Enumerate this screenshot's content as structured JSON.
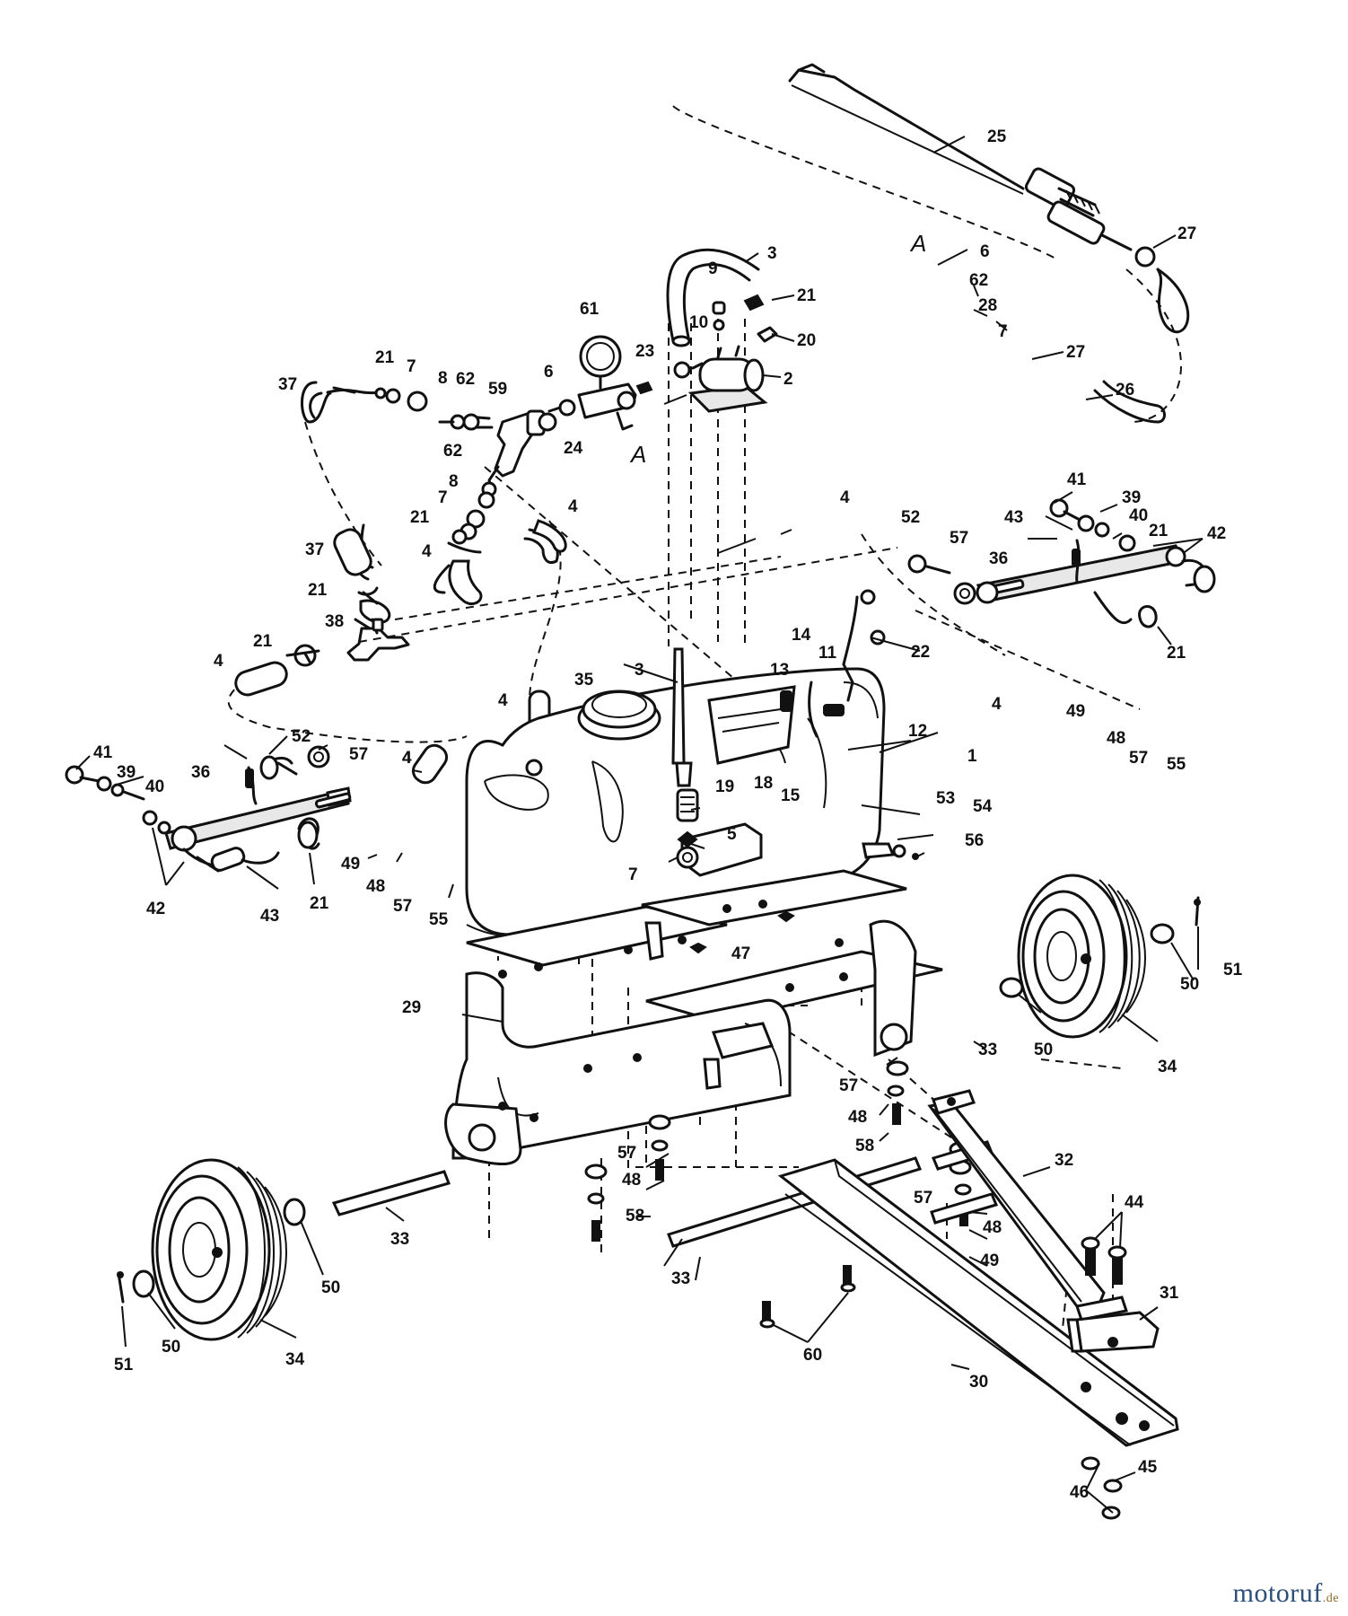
{
  "callout_labels": [
    {
      "id": "c25",
      "text": "25"
    },
    {
      "id": "c27a",
      "text": "27"
    },
    {
      "id": "cAa",
      "text": "A"
    },
    {
      "id": "c6a",
      "text": "6"
    },
    {
      "id": "c62a",
      "text": "62"
    },
    {
      "id": "c28",
      "text": "28"
    },
    {
      "id": "c7a",
      "text": "7"
    },
    {
      "id": "c27b",
      "text": "27"
    },
    {
      "id": "c26",
      "text": "26"
    },
    {
      "id": "c3a",
      "text": "3"
    },
    {
      "id": "c9",
      "text": "9"
    },
    {
      "id": "c21a",
      "text": "21"
    },
    {
      "id": "c61",
      "text": "61"
    },
    {
      "id": "c10",
      "text": "10"
    },
    {
      "id": "c20",
      "text": "20"
    },
    {
      "id": "c23",
      "text": "23"
    },
    {
      "id": "c2",
      "text": "2"
    },
    {
      "id": "c21b",
      "text": "21"
    },
    {
      "id": "c7b",
      "text": "7"
    },
    {
      "id": "c37a",
      "text": "37"
    },
    {
      "id": "c8a",
      "text": "8"
    },
    {
      "id": "c62b",
      "text": "62"
    },
    {
      "id": "c59",
      "text": "59"
    },
    {
      "id": "c6b",
      "text": "6"
    },
    {
      "id": "c24",
      "text": "24"
    },
    {
      "id": "cAb",
      "text": "A"
    },
    {
      "id": "c62c",
      "text": "62"
    },
    {
      "id": "c8b",
      "text": "8"
    },
    {
      "id": "c7c",
      "text": "7"
    },
    {
      "id": "c21c",
      "text": "21"
    },
    {
      "id": "c4a",
      "text": "4"
    },
    {
      "id": "c37b",
      "text": "37"
    },
    {
      "id": "c4b",
      "text": "4"
    },
    {
      "id": "c21d",
      "text": "21"
    },
    {
      "id": "c4c",
      "text": "4"
    },
    {
      "id": "c41a",
      "text": "41"
    },
    {
      "id": "c39a",
      "text": "39"
    },
    {
      "id": "c40a",
      "text": "40"
    },
    {
      "id": "c42a",
      "text": "42"
    },
    {
      "id": "c52a",
      "text": "52"
    },
    {
      "id": "c57a",
      "text": "57"
    },
    {
      "id": "c43a",
      "text": "43"
    },
    {
      "id": "c36a",
      "text": "36"
    },
    {
      "id": "c21e",
      "text": "21"
    },
    {
      "id": "c38",
      "text": "38"
    },
    {
      "id": "c21f",
      "text": "21"
    },
    {
      "id": "c4d",
      "text": "4"
    },
    {
      "id": "c22",
      "text": "22"
    },
    {
      "id": "c14",
      "text": "14"
    },
    {
      "id": "c13",
      "text": "13"
    },
    {
      "id": "c11",
      "text": "11"
    },
    {
      "id": "c4e",
      "text": "4"
    },
    {
      "id": "c21g",
      "text": "21"
    },
    {
      "id": "c4f",
      "text": "4"
    },
    {
      "id": "c35",
      "text": "35"
    },
    {
      "id": "c3b",
      "text": "3"
    },
    {
      "id": "c4g",
      "text": "4"
    },
    {
      "id": "c12",
      "text": "12"
    },
    {
      "id": "c1",
      "text": "1"
    },
    {
      "id": "c49a",
      "text": "49"
    },
    {
      "id": "c48a",
      "text": "48"
    },
    {
      "id": "c57b",
      "text": "57"
    },
    {
      "id": "c55a",
      "text": "55"
    },
    {
      "id": "c41b",
      "text": "41"
    },
    {
      "id": "c39b",
      "text": "39"
    },
    {
      "id": "c40b",
      "text": "40"
    },
    {
      "id": "c36b",
      "text": "36"
    },
    {
      "id": "c52b",
      "text": "52"
    },
    {
      "id": "c57c",
      "text": "57"
    },
    {
      "id": "c4h",
      "text": "4"
    },
    {
      "id": "c19",
      "text": "19"
    },
    {
      "id": "c5",
      "text": "5"
    },
    {
      "id": "c18",
      "text": "18"
    },
    {
      "id": "c15",
      "text": "15"
    },
    {
      "id": "c53",
      "text": "53"
    },
    {
      "id": "c54",
      "text": "54"
    },
    {
      "id": "c56",
      "text": "56"
    },
    {
      "id": "c7d",
      "text": "7"
    },
    {
      "id": "c42b",
      "text": "42"
    },
    {
      "id": "c43b",
      "text": "43"
    },
    {
      "id": "c21h",
      "text": "21"
    },
    {
      "id": "c49b",
      "text": "49"
    },
    {
      "id": "c48b",
      "text": "48"
    },
    {
      "id": "c57d",
      "text": "57"
    },
    {
      "id": "c55b",
      "text": "55"
    },
    {
      "id": "c47",
      "text": "47"
    },
    {
      "id": "c29",
      "text": "29"
    },
    {
      "id": "c51a",
      "text": "51"
    },
    {
      "id": "c50a",
      "text": "50"
    },
    {
      "id": "c50b",
      "text": "50"
    },
    {
      "id": "c33a",
      "text": "33"
    },
    {
      "id": "c34a",
      "text": "34"
    },
    {
      "id": "c57e",
      "text": "57"
    },
    {
      "id": "c48c",
      "text": "48"
    },
    {
      "id": "c58a",
      "text": "58"
    },
    {
      "id": "c32",
      "text": "32"
    },
    {
      "id": "c57f",
      "text": "57"
    },
    {
      "id": "c48d",
      "text": "48"
    },
    {
      "id": "c58b",
      "text": "58"
    },
    {
      "id": "c57g",
      "text": "57"
    },
    {
      "id": "c48e",
      "text": "48"
    },
    {
      "id": "c49c",
      "text": "49"
    },
    {
      "id": "c44",
      "text": "44"
    },
    {
      "id": "c33b",
      "text": "33"
    },
    {
      "id": "c33c",
      "text": "33"
    },
    {
      "id": "c50c",
      "text": "50"
    },
    {
      "id": "c31",
      "text": "31"
    },
    {
      "id": "c51b",
      "text": "51"
    },
    {
      "id": "c50d",
      "text": "50"
    },
    {
      "id": "c34b",
      "text": "34"
    },
    {
      "id": "c60",
      "text": "60"
    },
    {
      "id": "c30",
      "text": "30"
    },
    {
      "id": "c45",
      "text": "45"
    },
    {
      "id": "c46",
      "text": "46"
    }
  ],
  "watermark": {
    "brand": "motoruf",
    "domain": ".de"
  }
}
